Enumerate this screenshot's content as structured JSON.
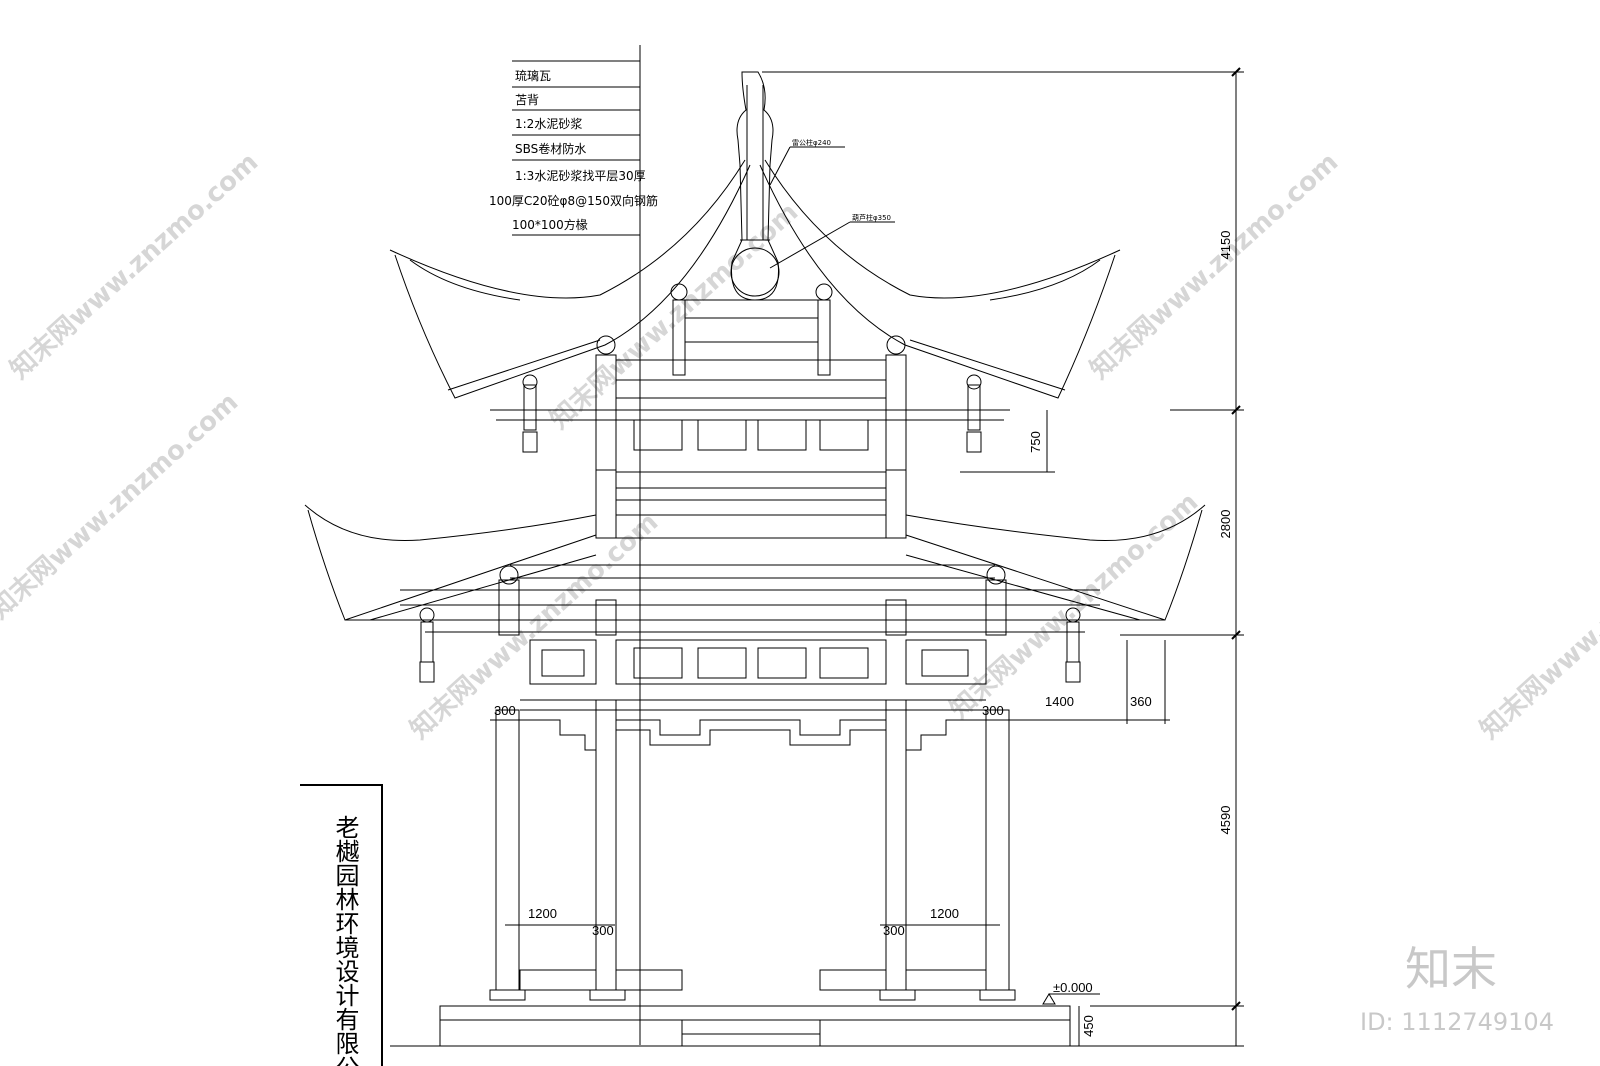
{
  "layers": [
    "琉璃瓦",
    "苫背",
    "1:2水泥砂浆",
    "SBS卷材防水",
    "1:3水泥砂浆找平层30厚",
    "100厚C20砼φ8@150双向钢筋",
    "100*100方椽"
  ],
  "callouts": {
    "top_post": "雷公柱φ240",
    "finial": "葫芦柱φ350"
  },
  "dimensions": {
    "d4150": "4150",
    "d750": "750",
    "d2800": "2800",
    "d4590": "4590",
    "d450": "450",
    "d300_left": "300",
    "d300_right": "300",
    "d1400": "1400",
    "d360": "360",
    "d1200_left": "1200",
    "d300_low_left": "300",
    "d300_low_right": "300",
    "d1200_right": "1200",
    "level": "±0.000"
  },
  "company": "老樾园林环境设计有限公",
  "watermark": {
    "site": "知末网www.znzmo.com",
    "brand": "知末",
    "id": "ID: 1112749104"
  }
}
